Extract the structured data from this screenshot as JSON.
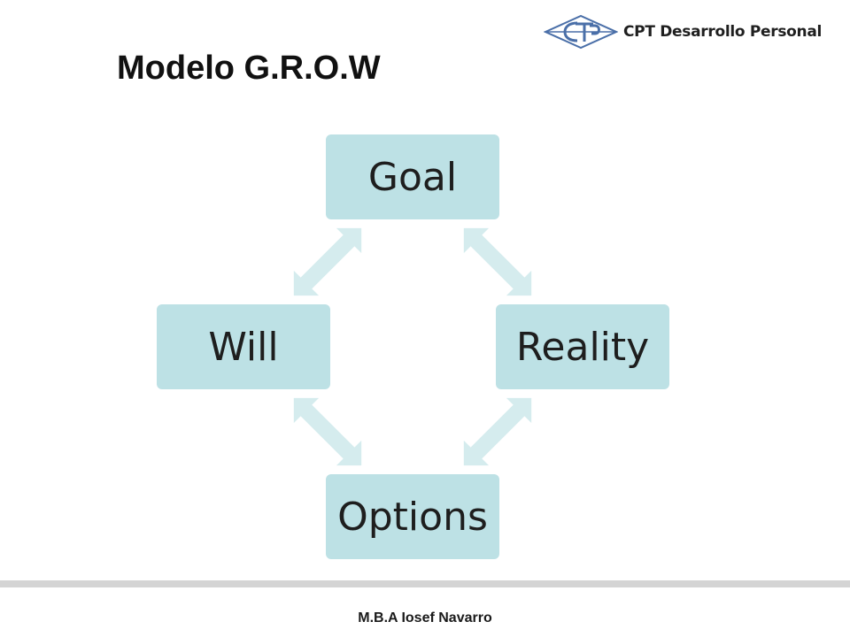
{
  "header": {
    "brand_text": "CPT  Desarrollo Personal",
    "logo_icon": "cpt-logo-icon",
    "logo_color": "#4a6fa8"
  },
  "slide": {
    "title": "Modelo G.R.O.W"
  },
  "diagram": {
    "type": "cycle",
    "nodes": [
      {
        "id": "goal",
        "label": "Goal"
      },
      {
        "id": "reality",
        "label": "Reality"
      },
      {
        "id": "options",
        "label": "Options"
      },
      {
        "id": "will",
        "label": "Will"
      }
    ],
    "node_color": "#bde1e5",
    "arrow_color": "#d5ecee",
    "arrow_style": "double-headed"
  },
  "footer": {
    "author": "M.B.A Iosef Navarro"
  }
}
